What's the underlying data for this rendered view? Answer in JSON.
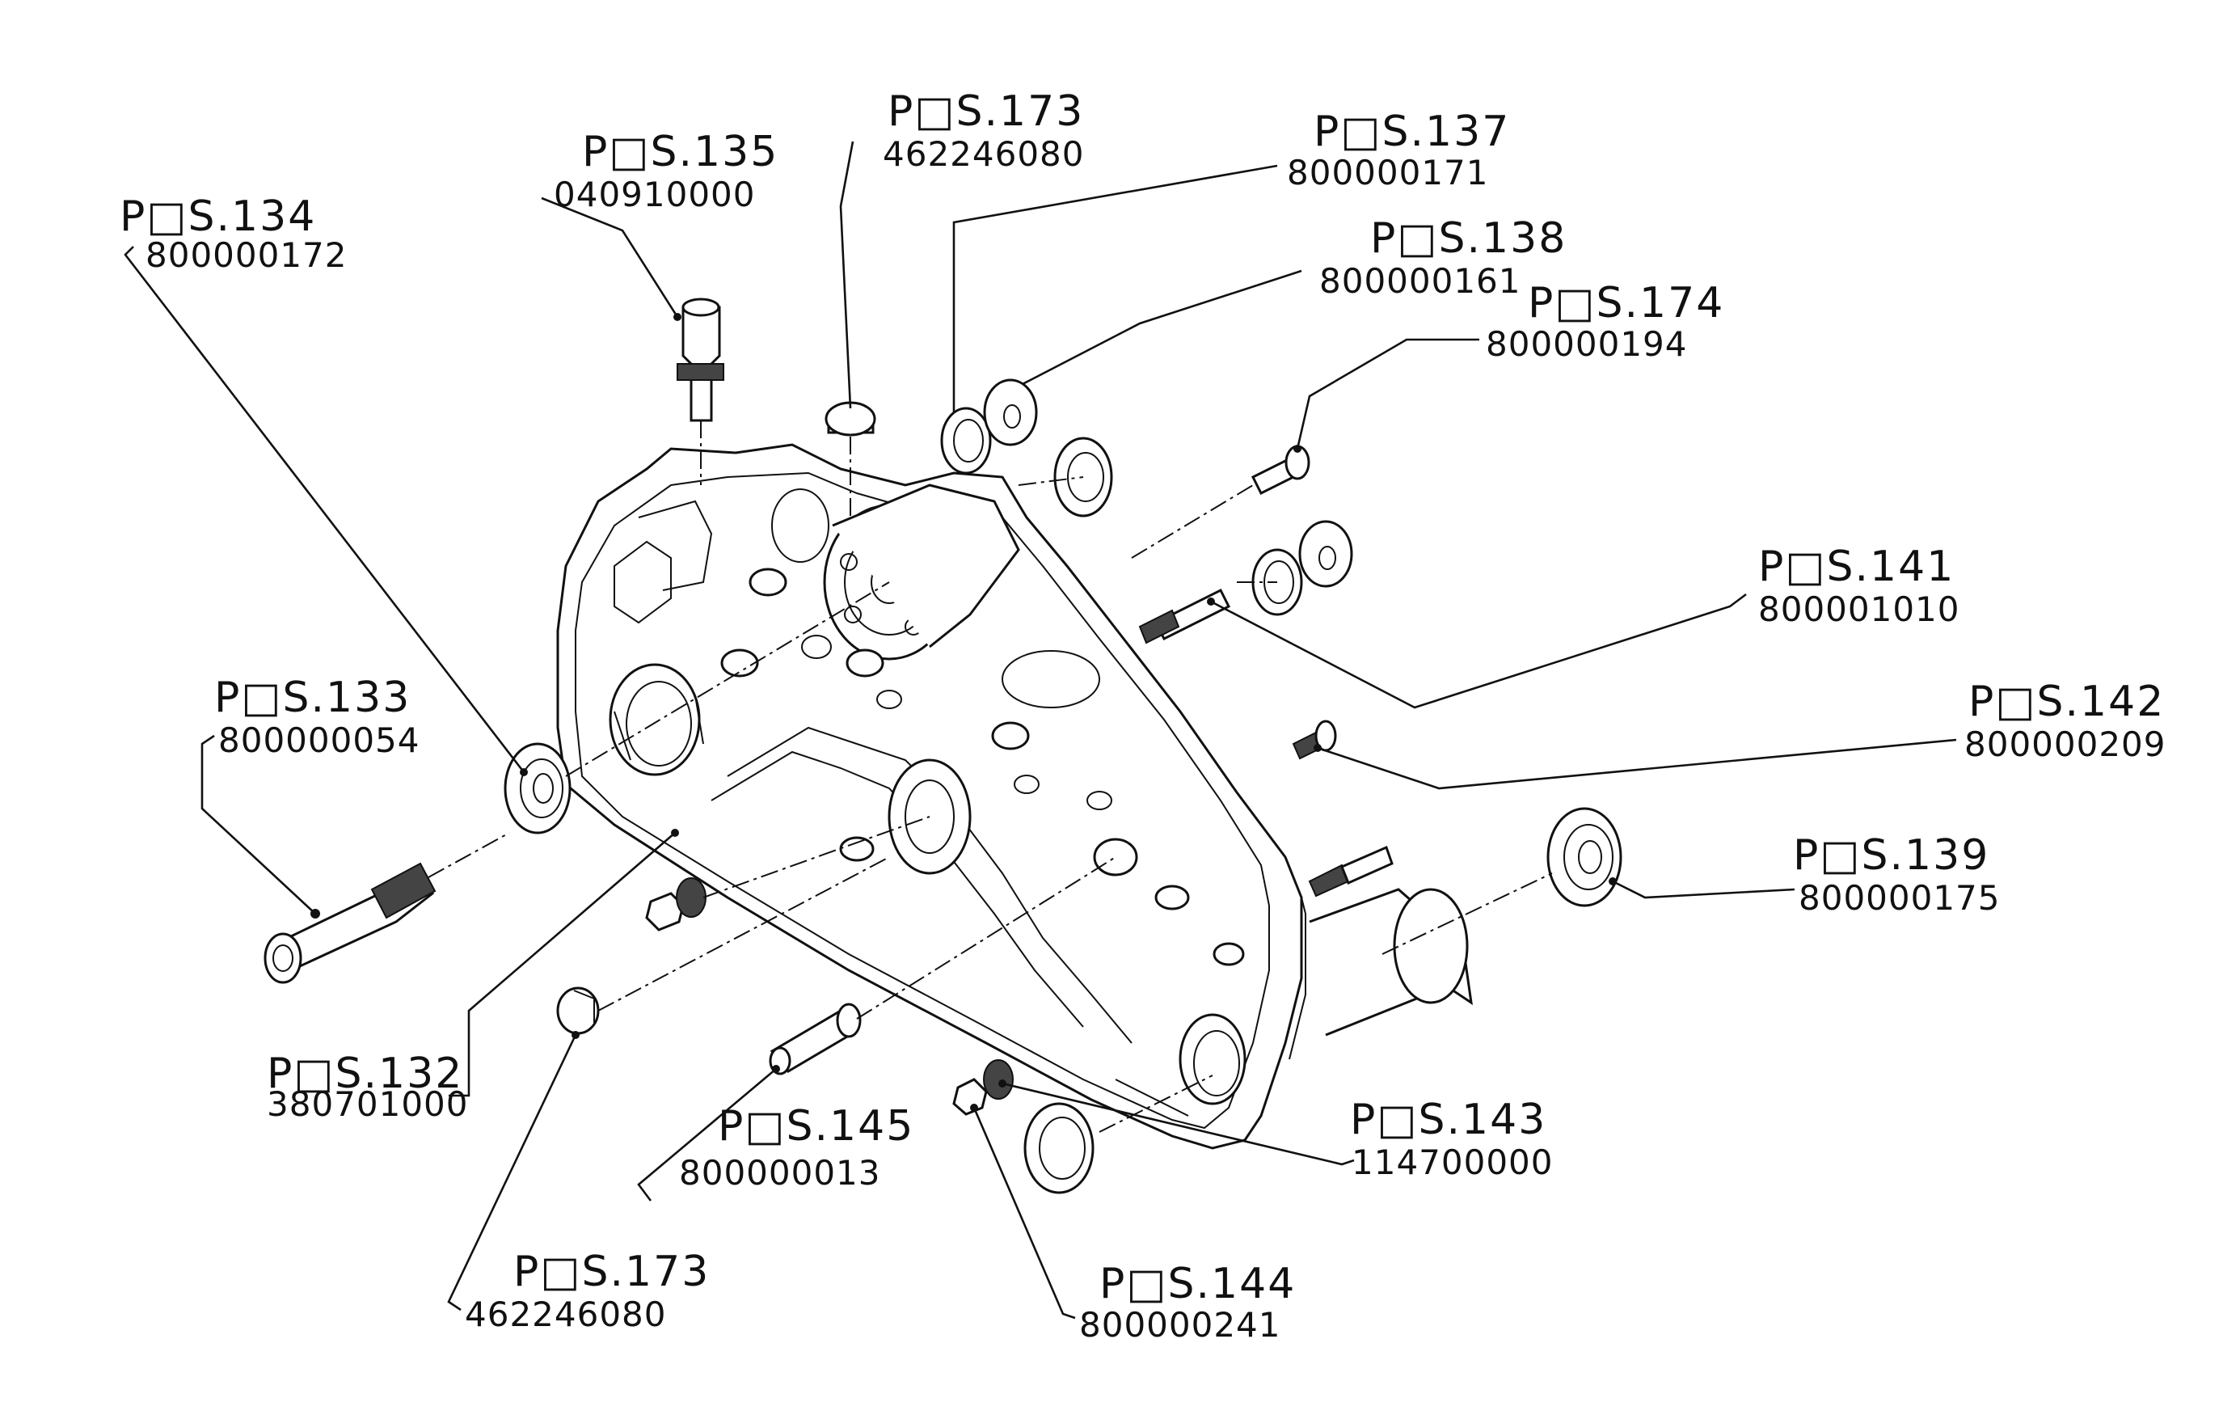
{
  "callouts": [
    {
      "id": "pos134",
      "pos": "P□S.134",
      "number": "800000172"
    },
    {
      "id": "pos135",
      "pos": "P□S.135",
      "number": "040910000"
    },
    {
      "id": "pos173a",
      "pos": "P□S.173",
      "number": "462246080"
    },
    {
      "id": "pos137",
      "pos": "P□S.137",
      "number": "800000171"
    },
    {
      "id": "pos138",
      "pos": "P□S.138",
      "number": "800000161"
    },
    {
      "id": "pos174",
      "pos": "P□S.174",
      "number": "800000194"
    },
    {
      "id": "pos141",
      "pos": "P□S.141",
      "number": "800001010"
    },
    {
      "id": "pos142",
      "pos": "P□S.142",
      "number": "800000209"
    },
    {
      "id": "pos139",
      "pos": "P□S.139",
      "number": "800000175"
    },
    {
      "id": "pos133",
      "pos": "P□S.133",
      "number": "800000054"
    },
    {
      "id": "pos132",
      "pos": "P□S.132",
      "number": "380701000"
    },
    {
      "id": "pos145",
      "pos": "P□S.145",
      "number": "800000013"
    },
    {
      "id": "pos143",
      "pos": "P□S.143",
      "number": "114700000"
    },
    {
      "id": "pos173b",
      "pos": "P□S.173",
      "number": "462246080"
    },
    {
      "id": "pos144",
      "pos": "P□S.144",
      "number": "800000241"
    }
  ]
}
